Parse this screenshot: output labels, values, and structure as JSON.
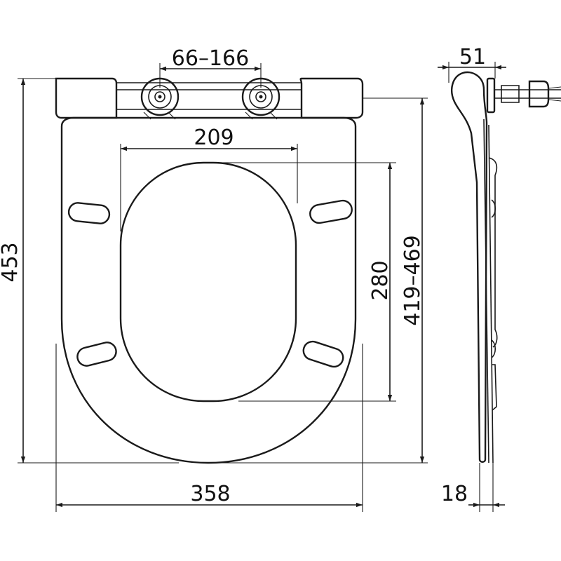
{
  "dimensions": {
    "hinge_spacing": "66–166",
    "inner_width": "209",
    "total_length": "453",
    "inner_length": "280",
    "mount_length": "419–469",
    "total_width": "358",
    "side_height": "51",
    "thickness": "18"
  }
}
